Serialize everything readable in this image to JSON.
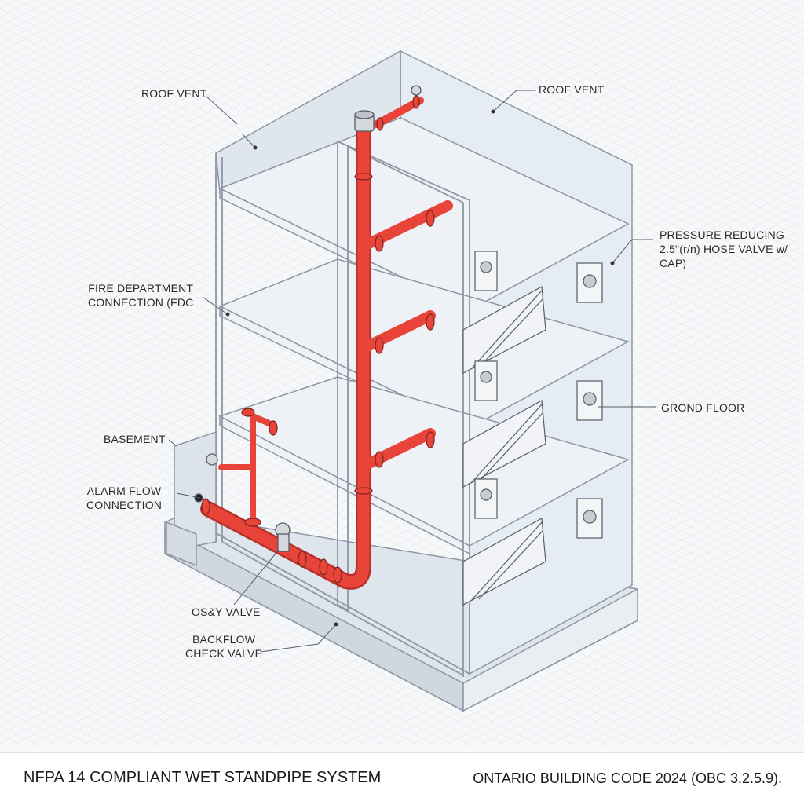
{
  "labels": {
    "roof_vent_left": "ROOF VENT",
    "roof_vent_right": "ROOF VENT",
    "pressure_reducing": "PRESSURE REDUCING\n2.5\"(r/n) HOSE VALVE w/\nCAP)",
    "fdc": "FIRE DEPARTMENT\nCONNECTION (FDC",
    "ground_floor": "GROND FLOOR",
    "basement": "BASEMENT",
    "alarm_flow": "ALARM FLOW\nCONNECTION",
    "osy_valve": "OS&Y VALVE",
    "backflow": "BACKFLOW\nCHECK VALVE"
  },
  "footer": {
    "title_left": "NFPA 14 COMPLIANT WET STANDPIPE SYSTEM",
    "title_right": "ONTARIO BUILDING CODE 2024 (OBC 3.2.5.9)."
  },
  "colors": {
    "pipe": "#e8443a",
    "pipe_dark": "#b8302a",
    "wall": "#e6ecf3",
    "wall_stroke": "#8d96a3",
    "floor": "#eef2f6"
  }
}
